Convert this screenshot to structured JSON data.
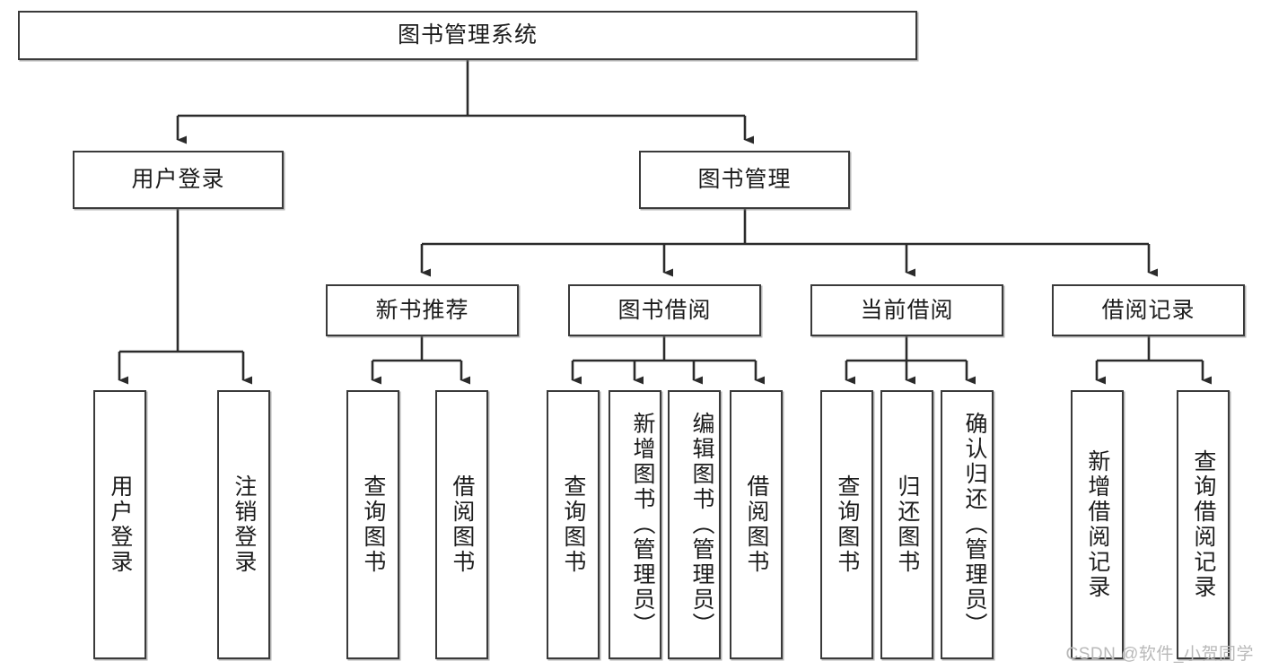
{
  "diagram": {
    "title": "图书管理系统",
    "type": "hierarchy-tree",
    "watermark": "CSDN @软件_小贺同学",
    "colors": {
      "node_border": "#3a3a3a",
      "node_fill": "#ffffff",
      "connector": "#2b2b2b",
      "text": "#1c1c1c",
      "watermark": "#b9b9b9"
    },
    "levels": {
      "root": {
        "label": "图书管理系统"
      },
      "level2": [
        {
          "label": "用户登录"
        },
        {
          "label": "图书管理"
        }
      ],
      "level3": [
        {
          "label": "新书推荐"
        },
        {
          "label": "图书借阅"
        },
        {
          "label": "当前借阅"
        },
        {
          "label": "借阅记录"
        }
      ],
      "leaves": {
        "user_login": [
          {
            "label": "用户登录"
          },
          {
            "label": "注销登录"
          }
        ],
        "new_book_recommend": [
          {
            "label": "查询图书"
          },
          {
            "label": "借阅图书"
          }
        ],
        "book_borrow": [
          {
            "label": "查询图书"
          },
          {
            "label": "新增图书（管理员）"
          },
          {
            "label": "编辑图书（管理员）"
          },
          {
            "label": "借阅图书"
          }
        ],
        "current_borrow": [
          {
            "label": "查询图书"
          },
          {
            "label": "归还图书"
          },
          {
            "label": "确认归还（管理员）"
          }
        ],
        "borrow_record": [
          {
            "label": "新增借阅记录"
          },
          {
            "label": "查询借阅记录"
          }
        ]
      }
    }
  }
}
